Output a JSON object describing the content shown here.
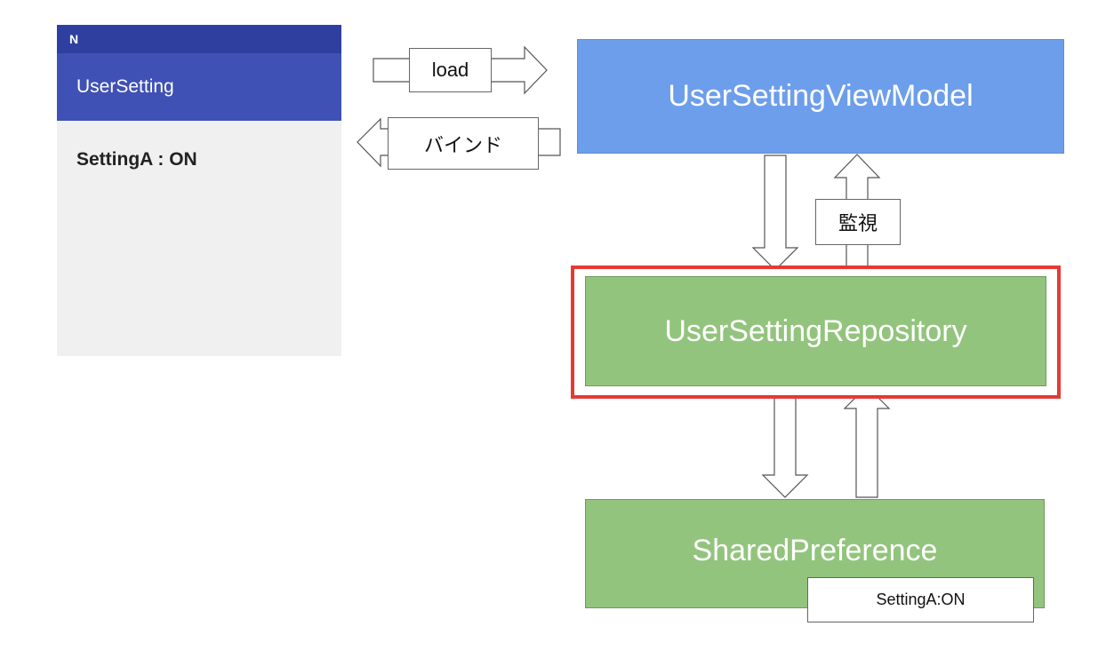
{
  "phone": {
    "logo": "N",
    "app_title": "UserSetting",
    "setting_row": "SettingA : ON"
  },
  "diagram": {
    "viewmodel": "UserSettingViewModel",
    "repository": "UserSettingRepository",
    "shared_preference": "SharedPreference",
    "pref_value": "SettingA:ON",
    "load_label": "load",
    "bind_label": "バインド",
    "watch_label": "監視"
  },
  "colors": {
    "status_bar": "#2f3f9f",
    "app_bar": "#3f51b5",
    "viewmodel": "#6d9eeb",
    "repository": "#93c47d",
    "highlight": "#e53935"
  }
}
